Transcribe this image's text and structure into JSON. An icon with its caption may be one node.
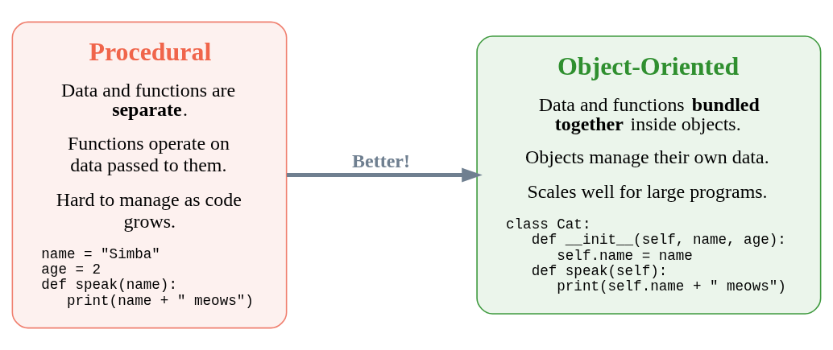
{
  "diagram": {
    "nodes": [
      {
        "text": [
          "Procedural",
          "Data and functions are **separate**.",
          "Functions operate on data passed to them.",
          "Hard to manage as code grows.",
          "name = \"Simba\"",
          "age = 2",
          "def speak(name):",
          "   print(name + \" meows\")"
        ]
      },
      {
        "text": [
          "Object-Oriented",
          "Data and functions **bundled together** inside objects.",
          "Objects manage their own data.",
          "Scales well for large programs.",
          "class Cat:",
          "   def __init__(self, name, age):",
          "      self.name = name",
          "   def speak(self):",
          "      print(self.name + \" meows\")"
        ]
      }
    ],
    "edges": [
      {
        "from": 0,
        "to": 1,
        "arrow": "to",
        "label": "Better!"
      }
    ]
  }
}
